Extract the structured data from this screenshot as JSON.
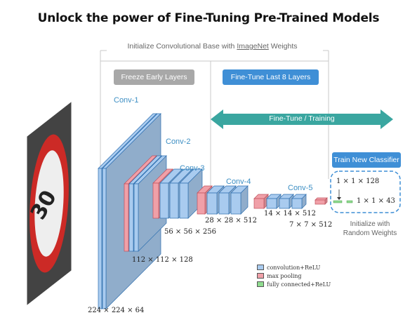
{
  "title": "Unlock the power of Fine-Tuning Pre-Trained Models",
  "top_caption": {
    "prefix": "Initialize Convolutional Base with ",
    "underlined": "ImageNet",
    "suffix": " Weights"
  },
  "freeze_label": "Freeze Early Layers",
  "finetune_label": "Fine-Tune Last 8 Layers",
  "training_label": "Fine-Tune / Training",
  "classifier_label": "Train New Classifier",
  "input_image_text": "30",
  "layers": [
    {
      "name": "Conv-1",
      "dims": "224 × 224 × 64"
    },
    {
      "name": "Conv-2",
      "dims": "112 × 112 × 128"
    },
    {
      "name": "Conv-3",
      "dims": "56 × 56 × 256"
    },
    {
      "name": "Conv-4",
      "dims": "28 × 28 × 512"
    },
    {
      "name": "Conv-5",
      "dims": "14 × 14 × 512"
    }
  ],
  "pool5_dims": "7 × 7 × 512",
  "fc_dims": [
    "1 × 1 × 128",
    "1 × 1 × 43"
  ],
  "classifier_note": [
    "Initialize with",
    "Random Weights"
  ],
  "legend": [
    {
      "label": "convolution+ReLU",
      "color": "#a9cbef"
    },
    {
      "label": "max pooling",
      "color": "#f0a0a8"
    },
    {
      "label": "fully connected+ReLU",
      "color": "#8fdc8f"
    }
  ],
  "colors": {
    "conv_fill": "#a9cbef",
    "conv_edge": "#2e6fb0",
    "pool_fill": "#f0a0a8",
    "pool_edge": "#c0505c",
    "fc_fill": "#8fdc8f",
    "arrow": "#3aa6a0",
    "accent_blue": "#3f8fd6",
    "label_blue": "#3d8fc4"
  }
}
